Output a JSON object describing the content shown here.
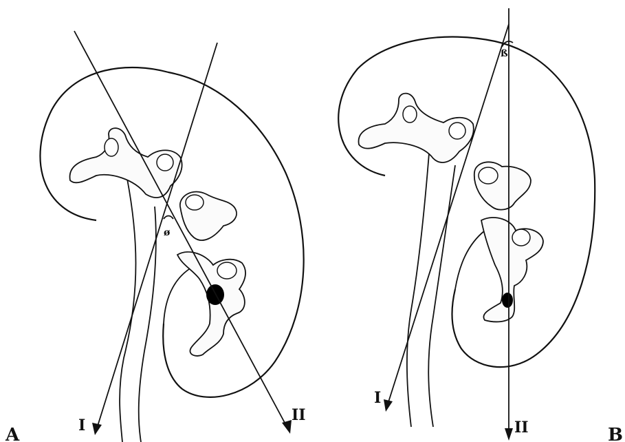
{
  "panels": {
    "a": {
      "label": "A",
      "axis_1": "I",
      "axis_2": "II",
      "angle_symbol": "ø"
    },
    "b": {
      "label": "B",
      "axis_1": "I",
      "axis_2": "II",
      "angle_symbol": "ß"
    }
  },
  "colors": {
    "ink": "#111111",
    "paper": "#ffffff"
  }
}
